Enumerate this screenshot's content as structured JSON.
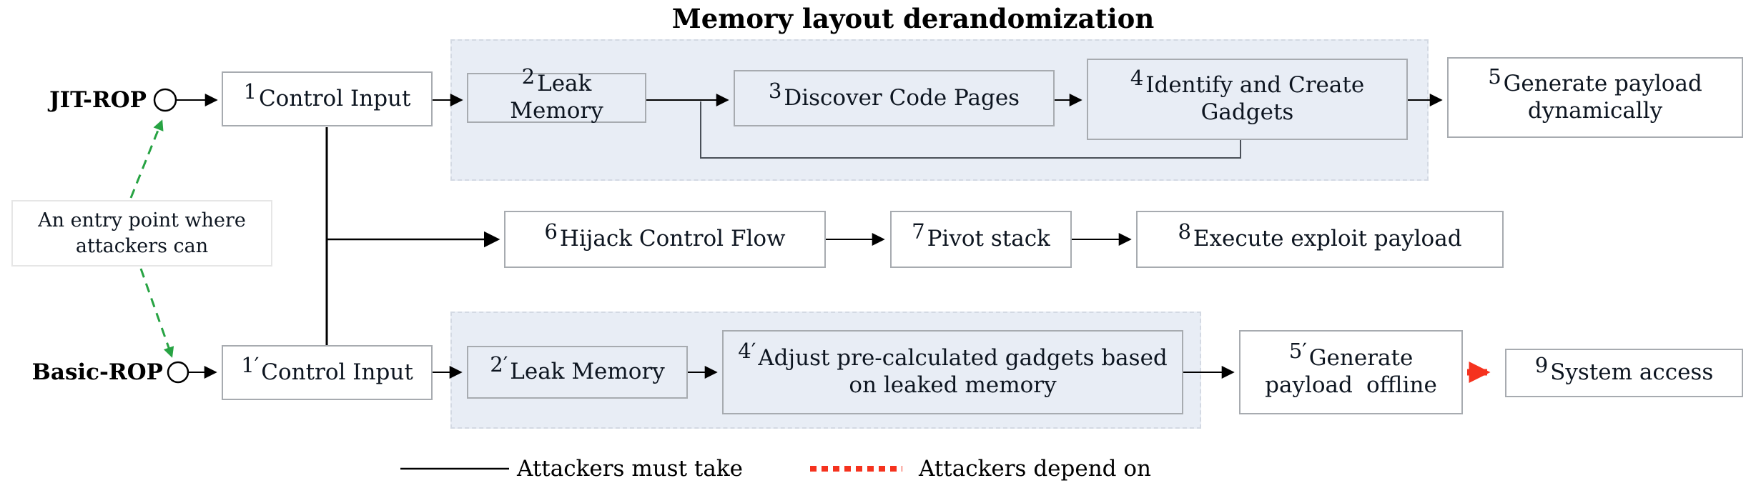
{
  "title": "Memory layout derandomization",
  "lanes": {
    "top": "JIT-ROP",
    "bottom": "Basic-ROP"
  },
  "note": {
    "line1": "An entry point where",
    "line2": "attackers can"
  },
  "nodes": {
    "n1": {
      "num": "1",
      "label": "Control Input"
    },
    "n2": {
      "num": "2",
      "label": "Leak Memory"
    },
    "n3": {
      "num": "3",
      "label": "Discover Code Pages"
    },
    "n4": {
      "num": "4",
      "label": "Identify and Create Gadgets"
    },
    "n5": {
      "num": "5",
      "label": "Generate payload dynamically"
    },
    "n6": {
      "num": "6",
      "label": "Hijack Control Flow"
    },
    "n7": {
      "num": "7",
      "label": "Pivot stack"
    },
    "n8": {
      "num": "8",
      "label": "Execute exploit payload"
    },
    "n1p": {
      "num": "1′",
      "label": "Control Input"
    },
    "n2p": {
      "num": "2′",
      "label": "Leak Memory"
    },
    "n4p": {
      "num": "4′",
      "label": "Adjust pre-calculated gadgets based on leaked memory"
    },
    "n5p": {
      "num": "5′",
      "label": "Generate payload offline"
    },
    "n9": {
      "num": "9",
      "label": "System access"
    }
  },
  "legend": {
    "solid": "Attackers must take",
    "dotted": "Attackers depend on"
  },
  "colors": {
    "region_fill": "#e8edf5",
    "region_border": "#d3d9e3",
    "box_border": "#a7abb0",
    "arrow_black": "#000000",
    "green_dashed": "#27a343",
    "red_dotted": "#f5321e"
  }
}
